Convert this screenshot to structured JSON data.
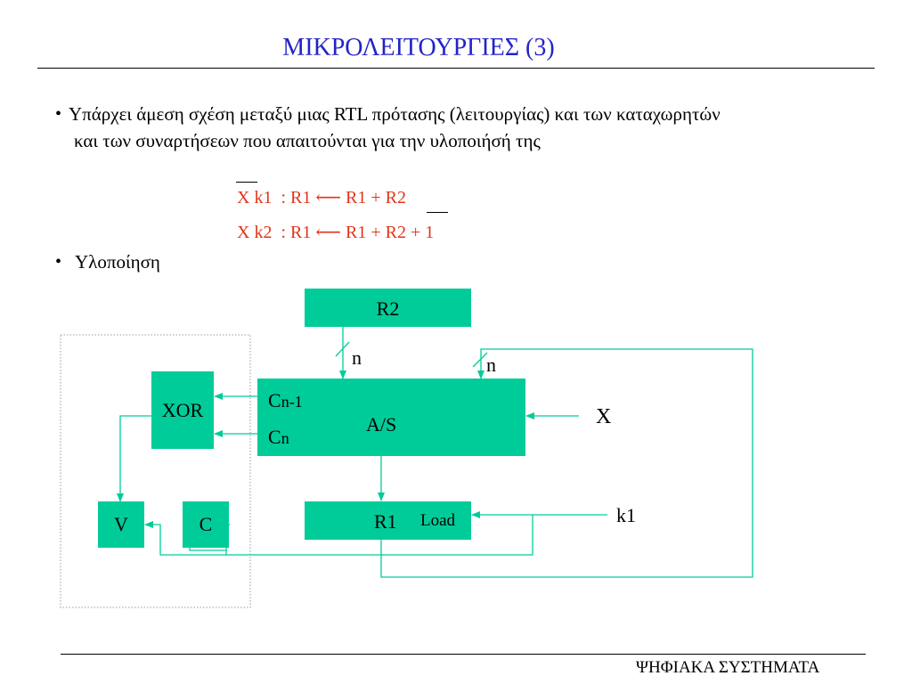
{
  "slide": {
    "title": "ΜΙΚΡΟΛΕΙΤΟΥΡΓΙΕΣ (3)",
    "footer": "ΨΗΦΙΑΚΑ ΣΥΣΤΗΜΑΤΑ"
  },
  "bullets": [
    {
      "marker": "•",
      "line1": "Υπάρχει άμεση σχέση μεταξύ μιας RTL πρότασης (λειτουργίας) και των καταχωρητών",
      "line2": "και των συναρτήσεων που απαιτούνται για την υλοποιήσή της"
    },
    {
      "marker": "•",
      "line1": "Υλοποίηση"
    }
  ],
  "rtl": {
    "line1": "X k1  : R1 ⟵ R1 + R2",
    "line2": "X k2  : R1 ⟵ R1 + R2 + 1",
    "color": "#e3331a"
  },
  "diagram": {
    "box_color": "#00cc99",
    "wire_color": "#00cc99",
    "blocks": {
      "r2": "R2",
      "as": "A/S",
      "xor": "XOR",
      "r1": "R1",
      "load": "Load",
      "v": "V",
      "c": "C"
    },
    "as_carry": {
      "cn1_main": "C",
      "cn1_sub": "n-1",
      "cn_main": "C",
      "cn_sub": "n"
    },
    "signals": {
      "n_left": "n",
      "n_right": "n",
      "x": "X",
      "k1": "k1"
    }
  }
}
